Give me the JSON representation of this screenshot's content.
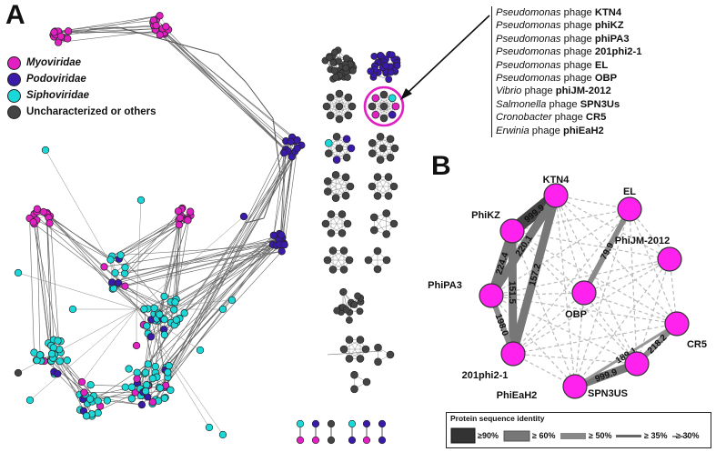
{
  "panels": {
    "a": "A",
    "b": "B"
  },
  "legend": {
    "items": [
      {
        "label": "Myoviridae",
        "color": "#e020c0",
        "italic": true
      },
      {
        "label": "Podoviridae",
        "color": "#3a1aa8",
        "italic": true
      },
      {
        "label": "Siphoviridae",
        "color": "#1ad8d8",
        "italic": true
      },
      {
        "label": "Uncharacterized or others",
        "color": "#444444",
        "italic": false
      }
    ]
  },
  "phage_list": [
    {
      "genus": "Pseudomonas",
      "mid": " phage ",
      "name": "KTN4"
    },
    {
      "genus": "Pseudomonas",
      "mid": " phage ",
      "name": "phiKZ"
    },
    {
      "genus": "Pseudomonas",
      "mid": " phage ",
      "name": "phiPA3"
    },
    {
      "genus": "Pseudomonas",
      "mid": " phage ",
      "name": "201phi2-1"
    },
    {
      "genus": "Pseudomonas",
      "mid": " phage ",
      "name": "EL"
    },
    {
      "genus": "Pseudomonas",
      "mid": " phage ",
      "name": "OBP"
    },
    {
      "genus": "Vibrio",
      "mid": " phage ",
      "name": "phiJM-2012"
    },
    {
      "genus": "Salmonella",
      "mid": " phage ",
      "name": "SPN3Us"
    },
    {
      "genus": "Cronobacter",
      "mid": " phage ",
      "name": "CR5"
    },
    {
      "genus": "Erwinia",
      "mid": " phage ",
      "name": "phiEaH2"
    }
  ],
  "network_b": {
    "nodes": [
      "KTN4",
      "PhiKZ",
      "EL",
      "PhiJM-2012",
      "PhiPA3",
      "OBP",
      "CR5",
      "201phi2-1",
      "PhiEaH2",
      "SPN3US"
    ],
    "edges": [
      {
        "a": "KTN4",
        "b": "PhiKZ",
        "label": "999.9",
        "strength": ">=90%"
      },
      {
        "a": "KTN4",
        "b": "PhiPA3",
        "label": "220.1",
        "strength": ">=60%"
      },
      {
        "a": "KTN4",
        "b": "201phi2-1",
        "label": "157.2",
        "strength": ">=60%"
      },
      {
        "a": "PhiKZ",
        "b": "PhiPA3",
        "label": "224.4",
        "strength": ">=60%"
      },
      {
        "a": "PhiKZ",
        "b": "201phi2-1",
        "label": "151.5",
        "strength": ">=60%"
      },
      {
        "a": "PhiPA3",
        "b": "201phi2-1",
        "label": "198.0",
        "strength": ">=50%"
      },
      {
        "a": "EL",
        "b": "OBP",
        "label": "79.9",
        "strength": ">=50%"
      },
      {
        "a": "PhiEaH2",
        "b": "SPN3US",
        "label": "999.9",
        "strength": ">=60%"
      },
      {
        "a": "PhiEaH2",
        "b": "CR5",
        "label": "189.1",
        "strength": ">=35%"
      },
      {
        "a": "SPN3US",
        "b": "CR5",
        "label": "218.2",
        "strength": ">=50%"
      }
    ]
  },
  "identity_legend": {
    "title": "Protein sequence identity",
    "items": [
      "≥90%",
      "≥ 60%",
      "≥ 50%",
      "≥ 35%",
      "≥ 30%"
    ]
  },
  "colors": {
    "myoviridae": "#e020c0",
    "podoviridae": "#3a1aa8",
    "siphoviridae": "#1ad8d8",
    "other": "#444444",
    "highlight_ring": "#e020c0"
  }
}
